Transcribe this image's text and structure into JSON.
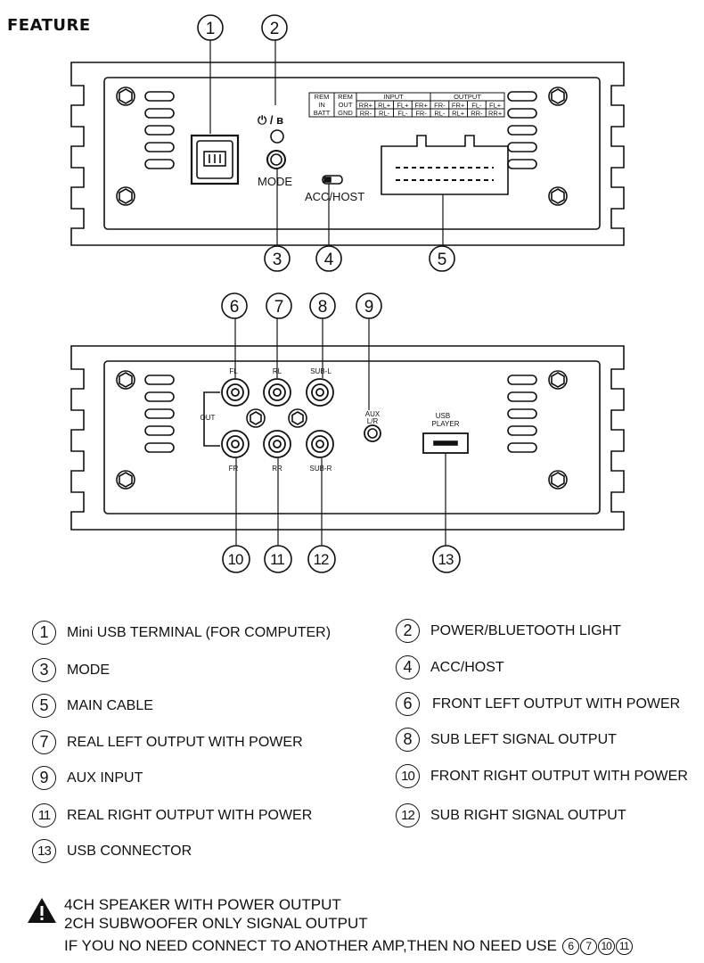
{
  "title": "FEATURE",
  "top_panel": {
    "power_bt_symbol": "⏻ / ʙ",
    "mode_label": "MODE",
    "switch_label": "ACC/HOST",
    "terminal_table": {
      "col1": [
        "REM",
        "IN",
        "BATT"
      ],
      "col2": [
        "REM",
        "OUT",
        "GND"
      ],
      "input_header": "INPUT",
      "output_header": "OUTPUT",
      "row_top": [
        "RR+",
        "RL+",
        "FL+",
        "FR+",
        "FR-",
        "FR+",
        "FL-",
        "FL+"
      ],
      "row_bottom": [
        "RR-",
        "RL-",
        "FL-",
        "FR-",
        "RL-",
        "RL+",
        "RR-",
        "RR+"
      ]
    }
  },
  "bottom_panel": {
    "rca_top_labels": [
      "FL",
      "RL",
      "SUB-L"
    ],
    "rca_bottom_labels": [
      "FR",
      "RR",
      "SUB-R"
    ],
    "out_label": "OUT",
    "aux_label": [
      "AUX",
      "L/R"
    ],
    "usb_label": [
      "USB",
      "PLAYER"
    ]
  },
  "callouts": [
    "1",
    "2",
    "3",
    "4",
    "5",
    "6",
    "7",
    "8",
    "9",
    "10",
    "11",
    "12",
    "13"
  ],
  "legend": [
    {
      "n": "1",
      "text": "Mini USB TERMINAL (FOR COMPUTER)"
    },
    {
      "n": "2",
      "text": "POWER/BLUETOOTH LIGHT"
    },
    {
      "n": "3",
      "text": "MODE"
    },
    {
      "n": "4",
      "text": "ACC/HOST"
    },
    {
      "n": "5",
      "text": "MAIN CABLE"
    },
    {
      "n": "6",
      "text": "FRONT LEFT OUTPUT WITH POWER"
    },
    {
      "n": "7",
      "text": "REAL LEFT OUTPUT WITH POWER"
    },
    {
      "n": "8",
      "text": "SUB LEFT SIGNAL OUTPUT"
    },
    {
      "n": "9",
      "text": "AUX INPUT"
    },
    {
      "n": "10",
      "text": "FRONT RIGHT OUTPUT WITH POWER"
    },
    {
      "n": "11",
      "text": "REAL RIGHT OUTPUT WITH POWER"
    },
    {
      "n": "12",
      "text": "SUB RIGHT SIGNAL OUTPUT"
    },
    {
      "n": "13",
      "text": "USB CONNECTOR"
    }
  ],
  "warning": {
    "line1": "4CH SPEAKER WITH POWER OUTPUT",
    "line2": "2CH SUBWOOFER ONLY SIGNAL OUTPUT",
    "line3": "IF YOU NO NEED CONNECT TO ANOTHER AMP,THEN NO NEED USE",
    "refs": [
      "6",
      "7",
      "10",
      "11"
    ]
  }
}
